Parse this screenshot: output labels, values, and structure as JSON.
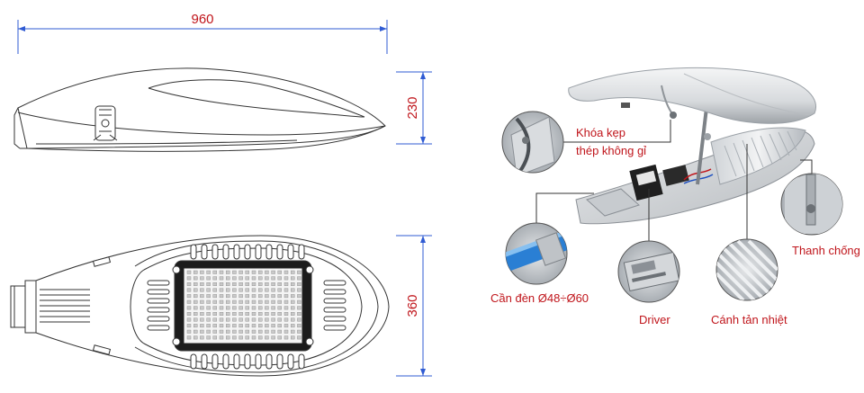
{
  "dimensions": {
    "length": "960",
    "height": "230",
    "width": "360"
  },
  "callouts": {
    "clamp_line1": "Khóa kẹp",
    "clamp_line2": "thép không gỉ",
    "arm": "Cần đèn Ø48÷Ø60",
    "driver": "Driver",
    "heatsink": "Cánh tản nhiệt",
    "strut": "Thanh chống"
  },
  "colors": {
    "accent": "#c0151b",
    "dimension_line": "#2f5bd3",
    "outline": "#333333"
  }
}
